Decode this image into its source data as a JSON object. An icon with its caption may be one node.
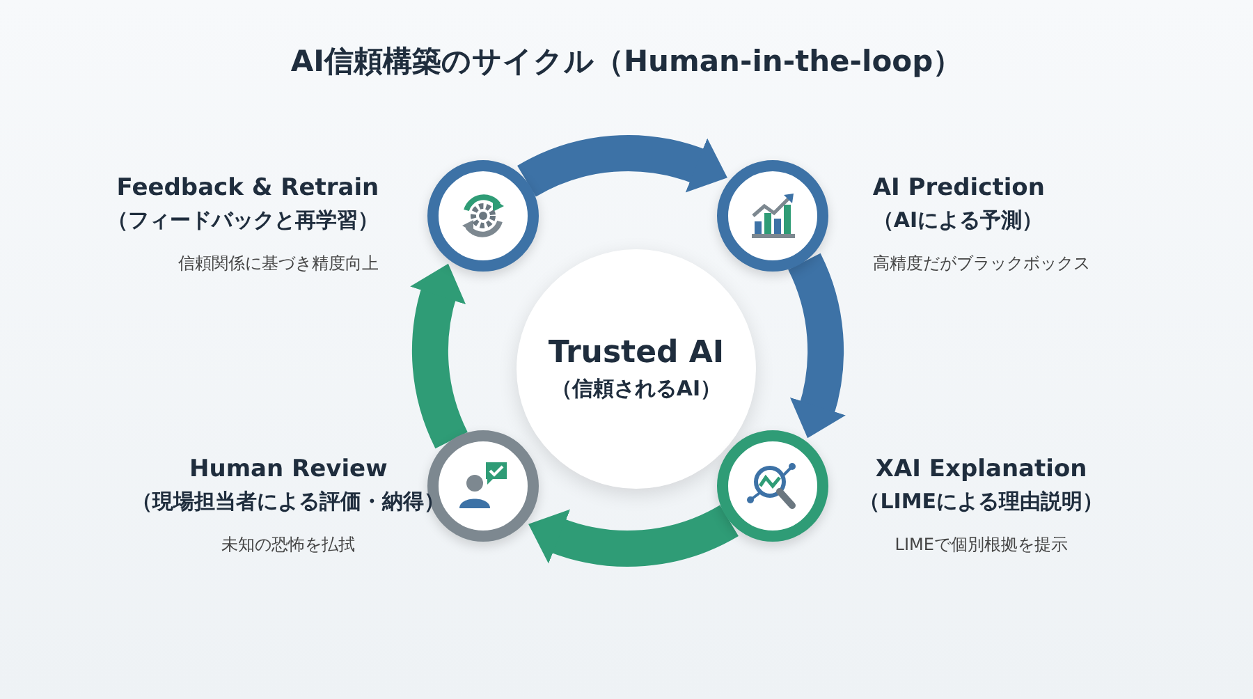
{
  "diagram": {
    "title": "AI信頼構築のサイクル（Human-in-the-loop）",
    "nodes": [
      {
        "text": [
          "Feedback & Retrain",
          "（フィードバックと再学習）",
          "信頼関係に基づき精度向上"
        ]
      },
      {
        "text": [
          "AI Prediction",
          "（AIによる予測）",
          "高精度だがブラックボックス"
        ]
      },
      {
        "text": [
          "Trusted AI",
          "（信頼されるAI）"
        ]
      },
      {
        "text": [
          "Human Review",
          "（現場担当者による評価・納得）",
          "未知の恐怖を払拭"
        ]
      },
      {
        "text": [
          "XAI Explanation",
          "（LIMEによる理由説明）",
          "LIMEで個別根拠を提示"
        ]
      }
    ],
    "edges": [
      {
        "from": 0,
        "to": 1,
        "arrow": "to",
        "color": "#3d72a6"
      },
      {
        "from": 1,
        "to": 4,
        "arrow": "to",
        "color": "#3d72a6"
      },
      {
        "from": 4,
        "to": 3,
        "arrow": "to",
        "color": "#2f9c76"
      },
      {
        "from": 3,
        "to": 0,
        "arrow": "to",
        "color": "#2f9c76"
      }
    ]
  }
}
